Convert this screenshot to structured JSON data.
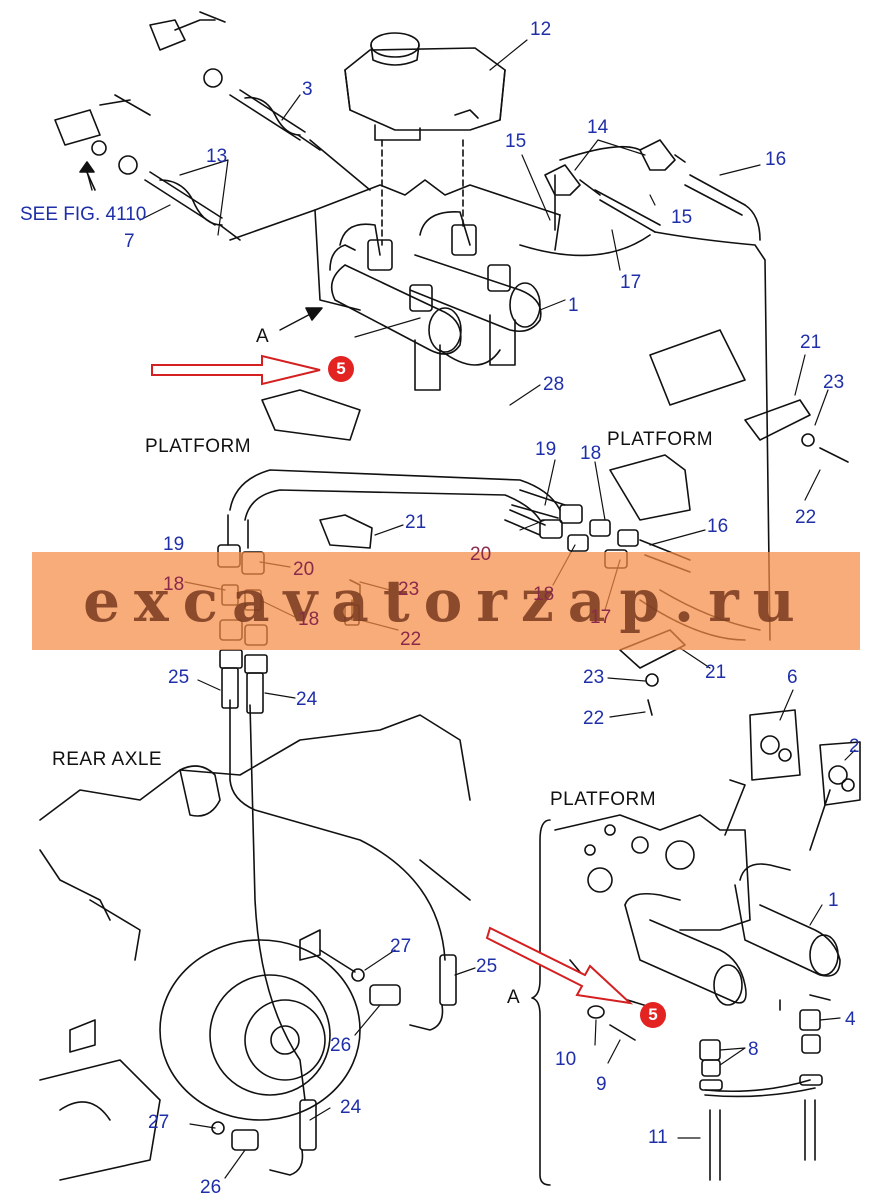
{
  "diagram": {
    "words": {
      "see_fig": "SEE FIG. 4110",
      "platform_1": "PLATFORM",
      "platform_2": "PLATFORM",
      "platform_3": "PLATFORM",
      "rear_axle": "REAR AXLE",
      "view_a_1": "A",
      "view_a_2": "A"
    },
    "callouts": {
      "n12": "12",
      "n3": "3",
      "n13": "13",
      "n7": "7",
      "n15a": "15",
      "n14": "14",
      "n15b": "15",
      "n16a": "16",
      "n17a": "17",
      "n1a": "1",
      "n28": "28",
      "n21a": "21",
      "n23a": "23",
      "n22a": "22",
      "n19a": "19",
      "n18a": "18",
      "n16b": "16",
      "n21b": "21",
      "n19b": "19",
      "n20a": "20",
      "n20b": "20",
      "n18b": "18",
      "n23b": "23",
      "n18c": "18",
      "n18d": "18",
      "n17b": "17",
      "n22b": "22",
      "n21c": "21",
      "n25a": "25",
      "n24a": "24",
      "n23c": "23",
      "n22c": "22",
      "n6": "6",
      "n2": "2",
      "n1b": "1",
      "n4": "4",
      "n8": "8",
      "n10": "10",
      "n9": "9",
      "n11": "11",
      "n27a": "27",
      "n25b": "25",
      "n26a": "26",
      "n24b": "24",
      "n27b": "27",
      "n26b": "26"
    },
    "badges": {
      "b1": "5",
      "b2": "5"
    },
    "watermark": "excavatorzap.ru"
  }
}
